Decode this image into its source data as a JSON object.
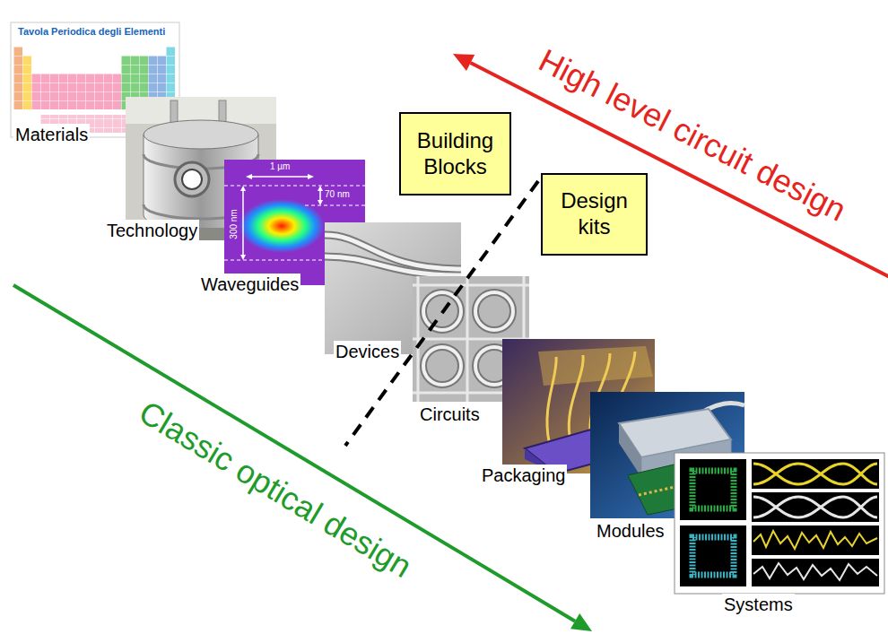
{
  "diagram": {
    "nodes": [
      {
        "text": [
          "Building Blocks"
        ]
      },
      {
        "text": [
          "Design kits"
        ]
      }
    ],
    "labels": [
      "Tavola Periodica degli Elementi",
      "Materials",
      "Technology",
      "1 µm",
      "70 nm",
      "300 nm",
      "Waveguides",
      "Devices",
      "Circuits",
      "Packaging",
      "Modules",
      "Systems",
      "High level circuit design",
      "Classic optical design"
    ]
  }
}
